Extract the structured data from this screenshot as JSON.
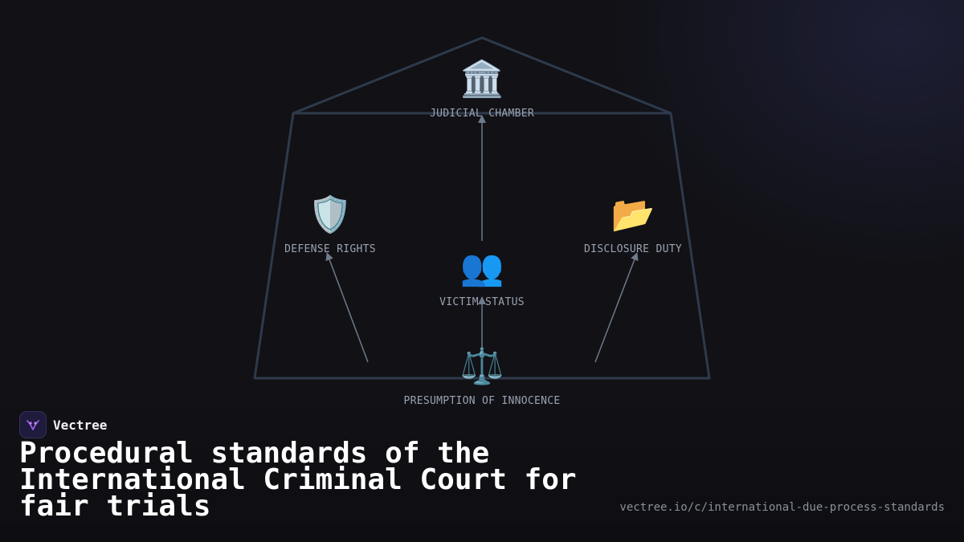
{
  "brand": {
    "name": "Vectree",
    "logo_icon": "vectree-logo-icon",
    "accent": "#9b5de5"
  },
  "title": "Procedural standards of the International Criminal Court for fair trials",
  "url": "vectree.io/c/international-due-process-standards",
  "colors": {
    "background": "#111116",
    "outline": "#2e3a4b",
    "arrow": "#6f7a8a",
    "label": "#9aa3b1"
  },
  "diagram": {
    "nodes": [
      {
        "id": "judicial-chamber",
        "label": "JUDICIAL CHAMBER",
        "icon": "classical-building-icon",
        "glyph": "🏛️"
      },
      {
        "id": "defense-rights",
        "label": "DEFENSE RIGHTS",
        "icon": "shield-icon",
        "glyph": "🛡️"
      },
      {
        "id": "disclosure-duty",
        "label": "DISCLOSURE DUTY",
        "icon": "open-folder-icon",
        "glyph": "📂"
      },
      {
        "id": "victim-status",
        "label": "VICTIM STATUS",
        "icon": "people-icon",
        "glyph": "👥"
      },
      {
        "id": "presumption-of-innocence",
        "label": "PRESUMPTION OF INNOCENCE",
        "icon": "balance-scale-icon",
        "glyph": "⚖️"
      }
    ],
    "edges": [
      {
        "from": "victim-status",
        "to": "judicial-chamber"
      },
      {
        "from": "presumption-of-innocence",
        "to": "victim-status"
      },
      {
        "from": "presumption-of-innocence",
        "to": "defense-rights"
      },
      {
        "from": "presumption-of-innocence",
        "to": "disclosure-duty"
      }
    ]
  }
}
